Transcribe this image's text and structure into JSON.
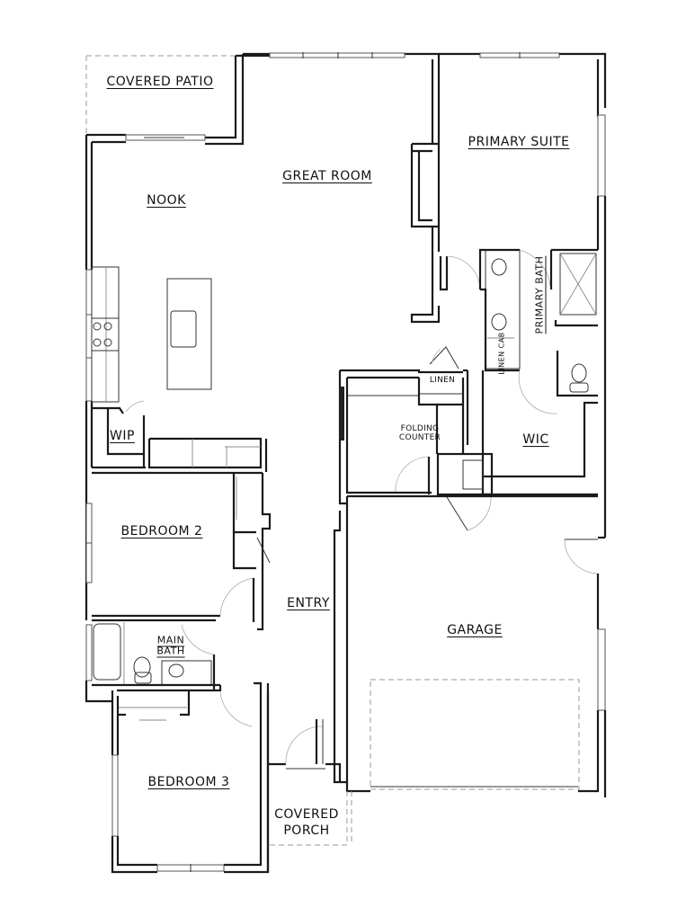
{
  "plan": {
    "rooms": {
      "covered_patio": "COVERED PATIO",
      "great_room": "GREAT ROOM",
      "nook": "NOOK",
      "primary_suite": "PRIMARY SUITE",
      "primary_bath": "PRIMARY BATH",
      "linen_cab": "LINEN CAB",
      "linen": "LINEN",
      "folding_counter_line1": "FOLDING",
      "folding_counter_line2": "COUNTER",
      "wic": "WIC",
      "wip": "WIP",
      "bedroom_2": "BEDROOM 2",
      "entry": "ENTRY",
      "garage": "GARAGE",
      "main_bath_line1": "MAIN",
      "main_bath_line2": "BATH",
      "bedroom_3": "BEDROOM 3",
      "covered_porch_line1": "COVERED",
      "covered_porch_line2": "PORCH"
    },
    "colors": {
      "wall": "#1a1a1a",
      "background": "#ffffff",
      "dashed": "#999999"
    }
  }
}
